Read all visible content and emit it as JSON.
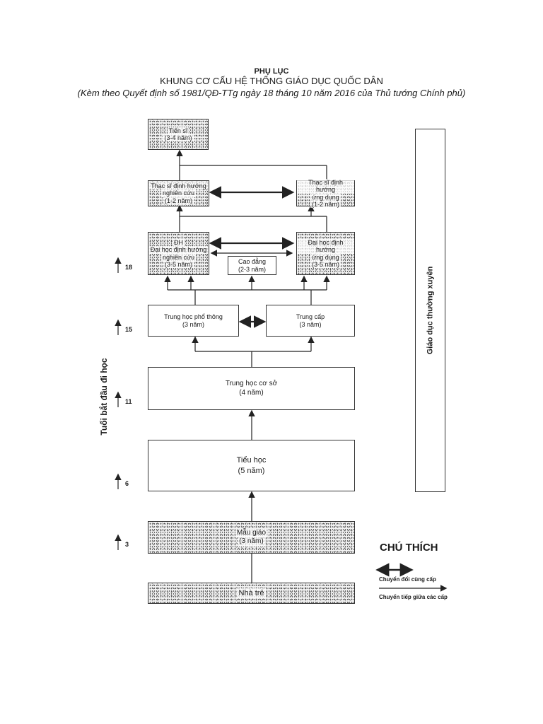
{
  "header": {
    "appendix": "PHỤ LỤC",
    "title": "KHUNG CƠ CẤU HỆ THỐNG GIÁO DỤC QUỐC DÂN",
    "subtitle": "(Kèm theo Quyết định số 1981/QĐ-TTg ngày 18 tháng 10 năm 2016 của Thủ tướng Chính phủ)"
  },
  "boxes": {
    "tien_si": {
      "line1": "Tiến sĩ",
      "line2": "(3-4 năm)"
    },
    "thac_si_nc": {
      "line1": "Thạc sĩ định hướng",
      "line2": "nghiên cứu",
      "line3": "(1-2 năm)"
    },
    "thac_si_ud": {
      "line1": "Thạc sĩ định hướng",
      "line2": "ứng dụng",
      "line3": "(1-2 năm)"
    },
    "dai_hoc_nc": {
      "line1": "ĐH",
      "line2": "Đại học định hướng",
      "line3": "nghiên cứu",
      "line4": "(3-5 năm)"
    },
    "cao_dang": {
      "line1": "Cao đẳng",
      "line2": "(2-3 năm)"
    },
    "dai_hoc_ud": {
      "line1": "Đại học định hướng",
      "line2": "ứng dụng",
      "line3": "(3-5 năm)"
    },
    "thpt": {
      "line1": "Trung học phổ thông",
      "line2": "(3 năm)"
    },
    "trung_cap": {
      "line1": "Trung cấp",
      "line2": "(3 năm)"
    },
    "thcs": {
      "line1": "Trung học cơ sở",
      "line2": "(4 năm)"
    },
    "tieu_hoc": {
      "line1": "Tiểu học",
      "line2": "(5 năm)"
    },
    "mau_giao": {
      "line1": "Mẫu giáo",
      "line2": "(3 năm)"
    },
    "nha_tre": {
      "line1": "Nhà trẻ"
    },
    "gdtx": {
      "label": "Giáo dục thường xuyên"
    }
  },
  "age_axis": {
    "label": "Tuổi bắt đầu đi học",
    "ages": [
      "18",
      "15",
      "11",
      "6",
      "3"
    ]
  },
  "legend": {
    "title": "CHÚ THÍCH",
    "lateral": "Chuyển đổi cùng cấp",
    "vertical": "Chuyển tiếp giữa các cấp"
  }
}
